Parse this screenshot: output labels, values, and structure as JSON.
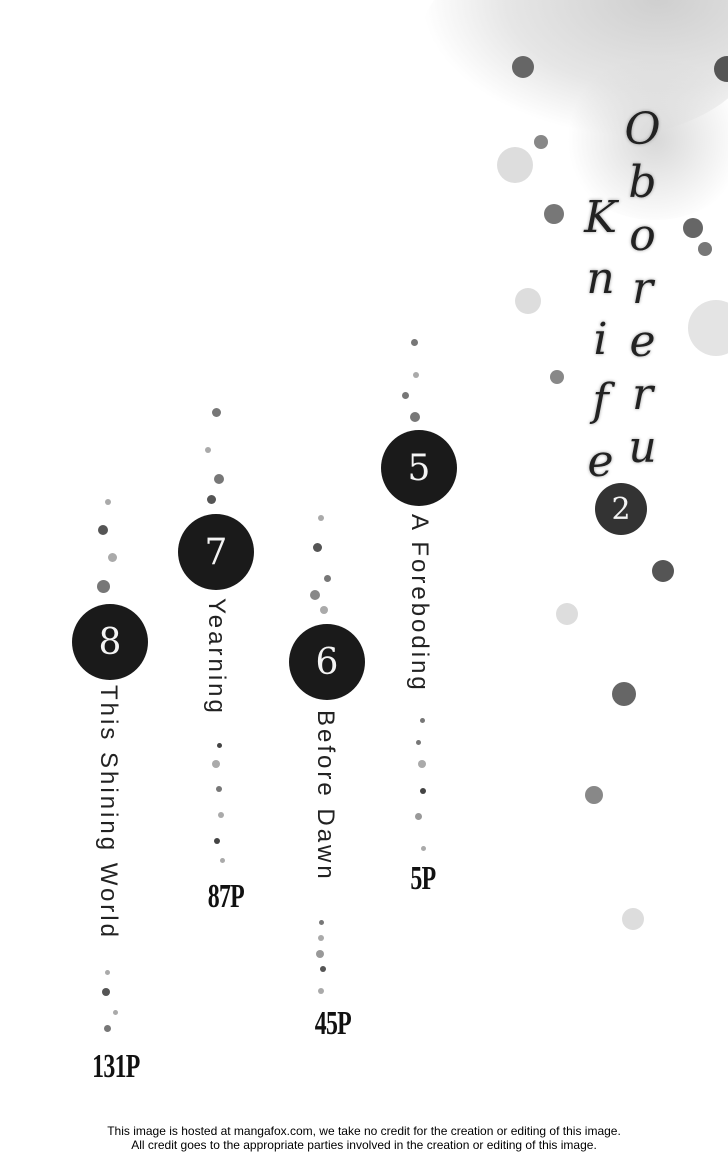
{
  "series_title": {
    "line1": "Oboreru",
    "line2": "Knife",
    "volume": "2"
  },
  "chapters": [
    {
      "number": "5",
      "title": "A Foreboding",
      "page": "5P"
    },
    {
      "number": "6",
      "title": "Before Dawn",
      "page": "45P"
    },
    {
      "number": "7",
      "title": "Yearning",
      "page": "87P"
    },
    {
      "number": "8",
      "title": "This Shining World",
      "page": "131P"
    }
  ],
  "credit": {
    "line1": "This image is hosted at mangafox.com, we take no credit for the creation or editing of this image.",
    "line2": "All credit goes to the appropriate parties involved in the creation or editing of this image."
  }
}
